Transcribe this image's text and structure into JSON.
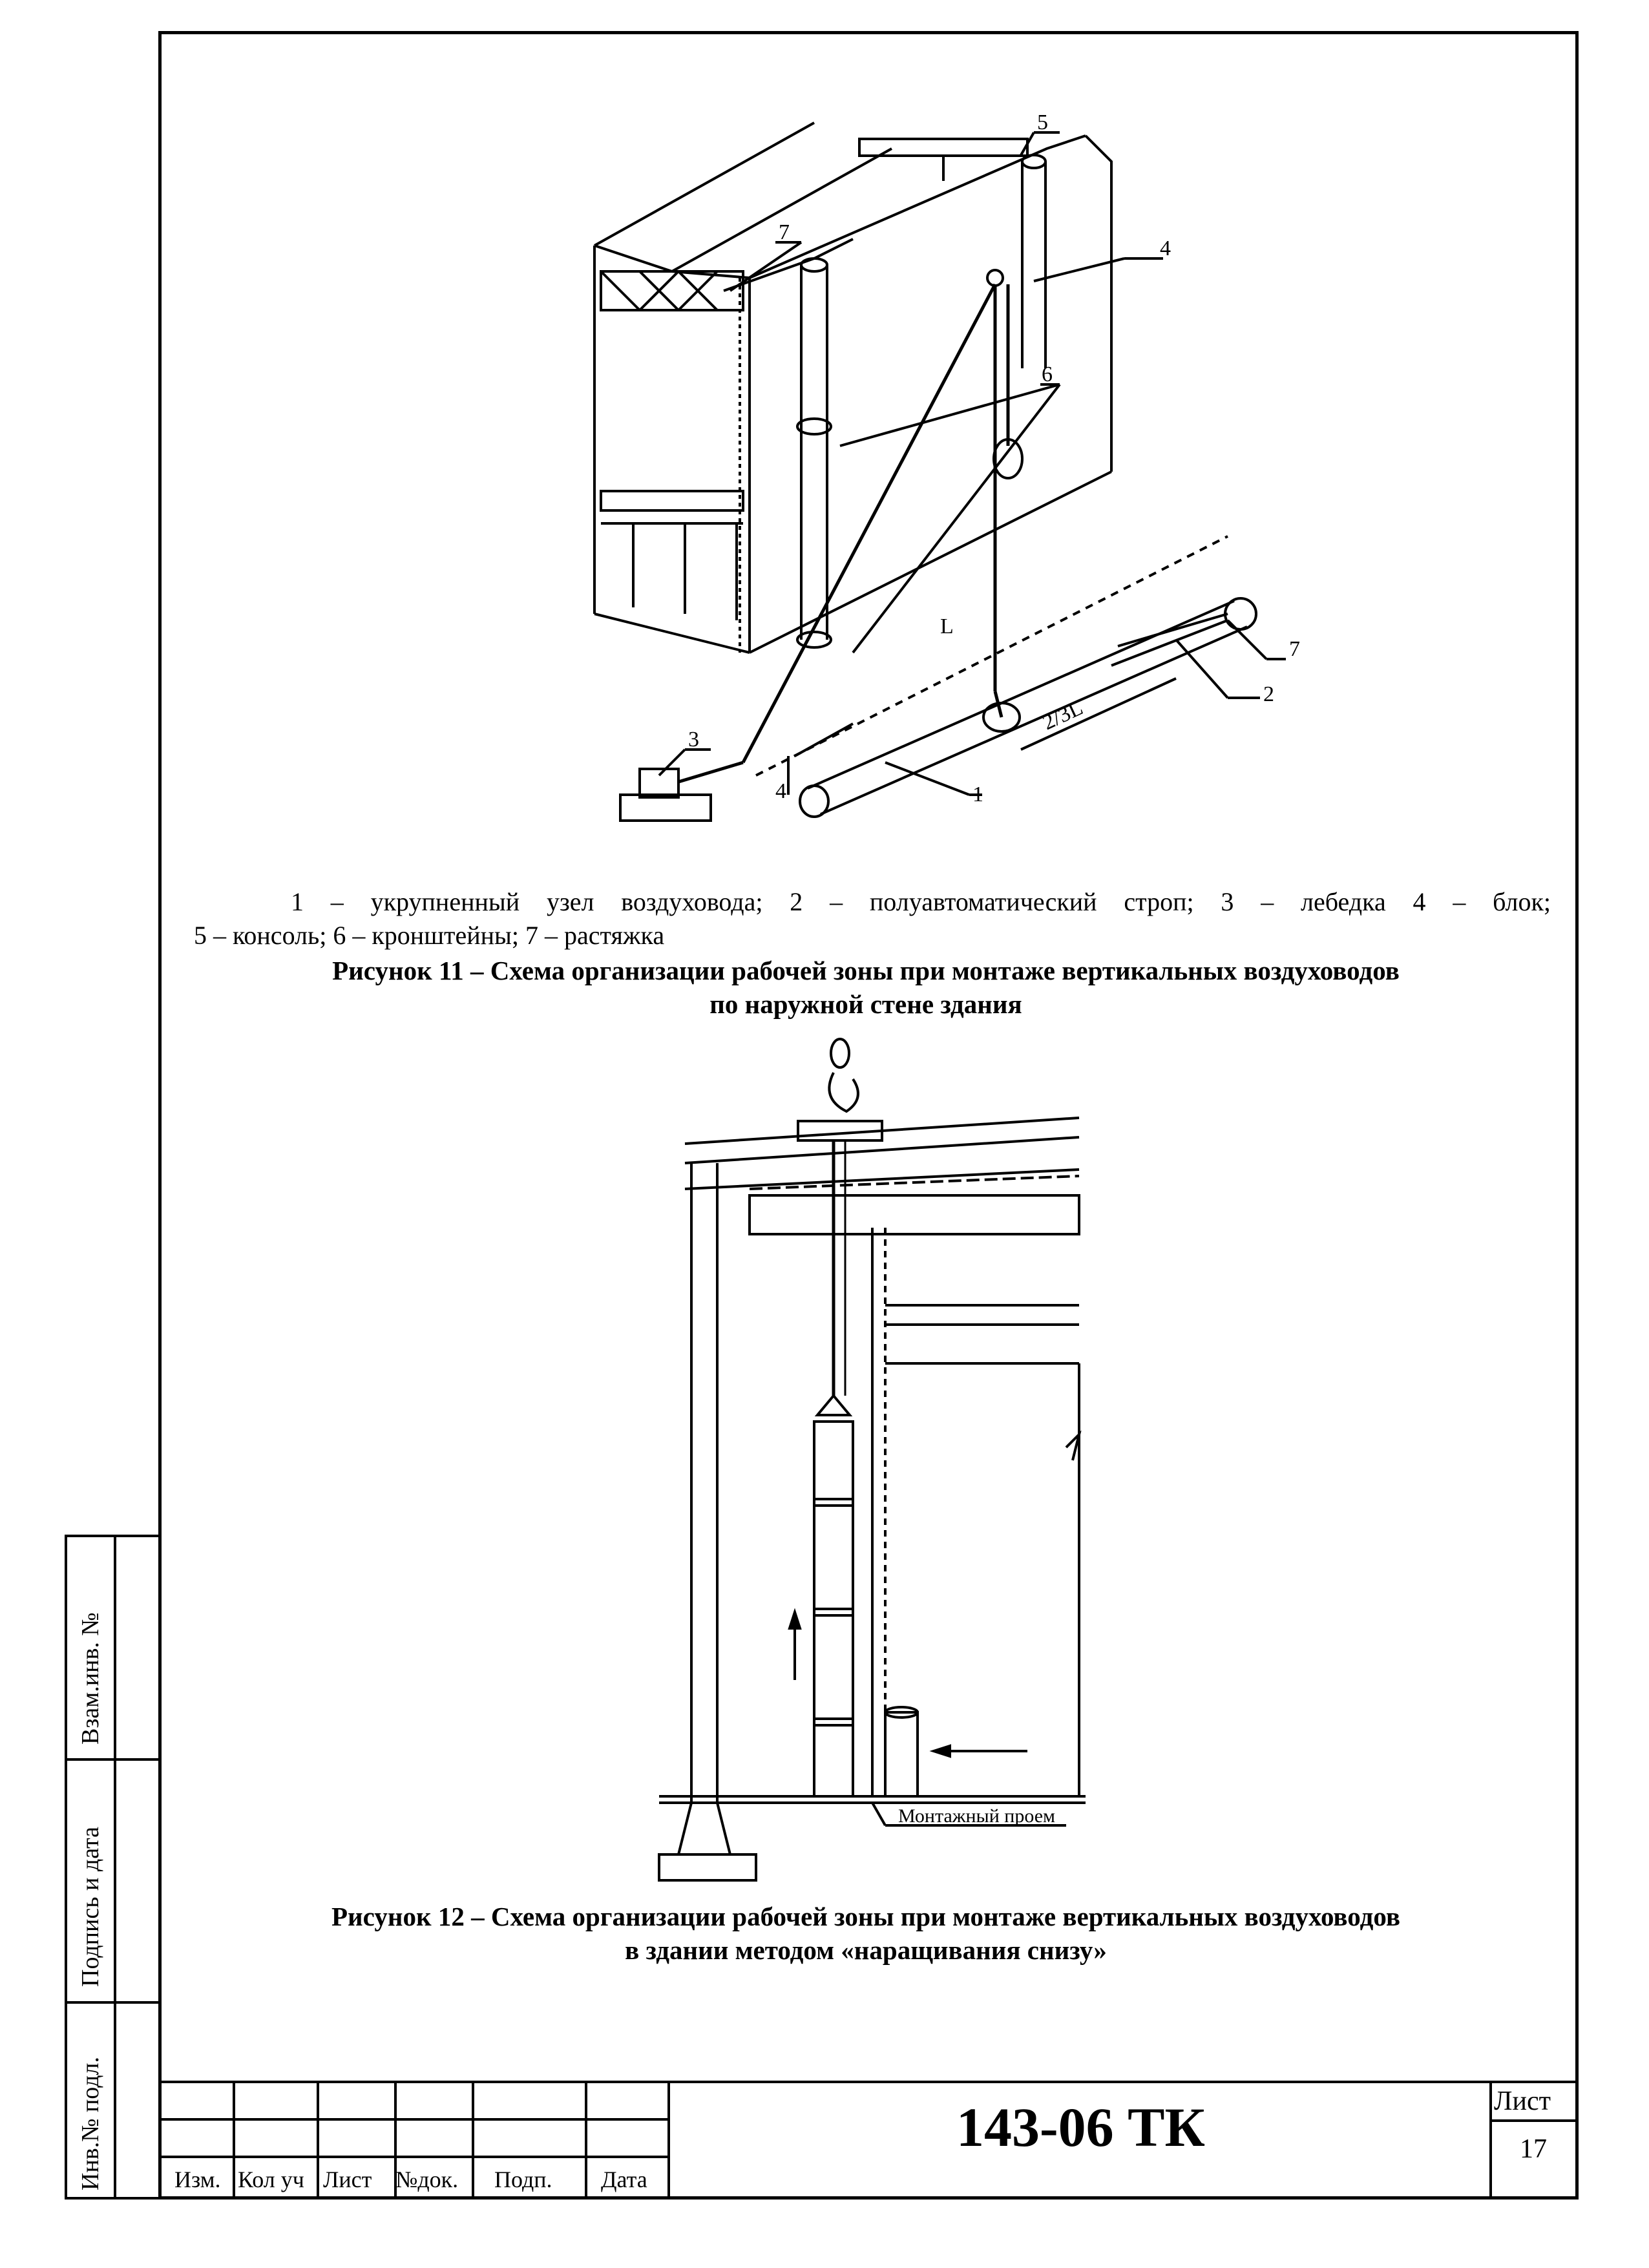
{
  "figure11": {
    "callouts": [
      "1",
      "2",
      "3",
      "4",
      "4",
      "5",
      "6",
      "7",
      "7",
      "L",
      "2/3L"
    ],
    "legend_line1": "1 – укрупненный узел воздуховода; 2 – полуавтоматический строп; 3 – лебедка 4 – блок;",
    "legend_line2": "5 – консоль; 6 – кронштейны; 7 – растяжка",
    "caption_line1": "Рисунок 11 – Схема организации рабочей зоны при монтаже вертикальных воздуховодов",
    "caption_line2": "по наружной стене здания"
  },
  "figure12": {
    "opening_label": "Монтажный проем",
    "caption_line1": "Рисунок 12 – Схема организации рабочей зоны при монтаже вертикальных воздуховодов",
    "caption_line2": "в здании методом «наращивания снизу»"
  },
  "side_stamp": {
    "col1": "Взам.инв. №",
    "col2": "Подпись и дата",
    "col3": "Инв.№ подл."
  },
  "title_block": {
    "headers": [
      "Изм.",
      "Кол уч",
      "Лист",
      "№док.",
      "Подп.",
      "Дата"
    ],
    "doc_code": "143-06 ТК",
    "sheet_label": "Лист",
    "sheet_number": "17"
  }
}
